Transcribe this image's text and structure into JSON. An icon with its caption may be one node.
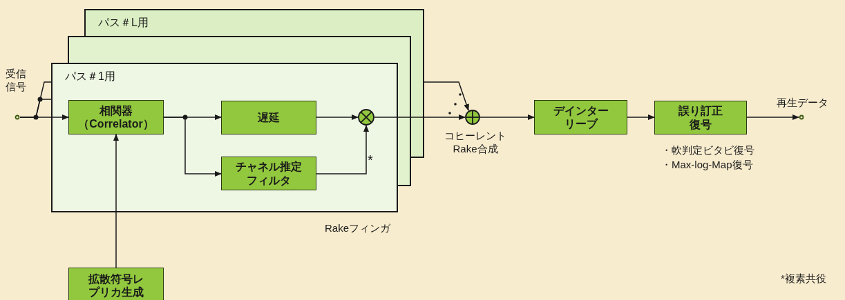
{
  "diagram": {
    "nodes": [
      {
        "text": [
          "パス＃L用"
        ]
      },
      {
        "text": [],
        "shape": "box"
      },
      {
        "text": [
          "パス＃1用"
        ],
        "beside": [
          "Rakeフィンガ"
        ]
      },
      {
        "text": [],
        "shape": "circle",
        "beside": [
          "受信信号"
        ]
      },
      {
        "text": [
          "相関器（Correlator）"
        ],
        "in": 2
      },
      {
        "text": [
          "遅延"
        ],
        "in": 2
      },
      {
        "text": [
          "チャネル推定フィルタ"
        ],
        "in": 2
      },
      {
        "text": [],
        "shape": "circle",
        "in": 2
      },
      {
        "text": [],
        "shape": "circle",
        "beside": [
          "コヒーレント Rake合成"
        ]
      },
      {
        "text": [
          "デインターリーブ"
        ]
      },
      {
        "text": [
          "誤り訂正復号"
        ],
        "beside": [
          "・軟判定ビタビ復号",
          "・Max-log-Map復号"
        ]
      },
      {
        "text": [],
        "shape": "circle",
        "beside": [
          "再生データ"
        ]
      },
      {
        "text": [
          "拡散符号レプリカ生成"
        ]
      }
    ],
    "edges": [
      {
        "from": 3,
        "to": 4,
        "arrow": "to"
      },
      {
        "from": 3,
        "to": 2,
        "arrow": "none"
      },
      {
        "from": 3,
        "to": 2,
        "arrow": "none"
      },
      {
        "from": 4,
        "to": 5,
        "arrow": "to"
      },
      {
        "from": 4,
        "to": 6,
        "arrow": "to"
      },
      {
        "from": 5,
        "to": 7,
        "arrow": "to"
      },
      {
        "from": 6,
        "to": 7,
        "arrow": "to"
      },
      {
        "from": 7,
        "to": 8,
        "arrow": "to"
      },
      {
        "from": null,
        "to": 8,
        "arrow": "to"
      },
      {
        "from": 8,
        "to": 9,
        "arrow": "to"
      },
      {
        "from": 9,
        "to": 10,
        "arrow": "to"
      },
      {
        "from": 10,
        "to": 11,
        "arrow": "to"
      },
      {
        "from": 12,
        "to": 4,
        "arrow": "to"
      }
    ],
    "labels": [
      "*",
      "*複素共役"
    ]
  }
}
